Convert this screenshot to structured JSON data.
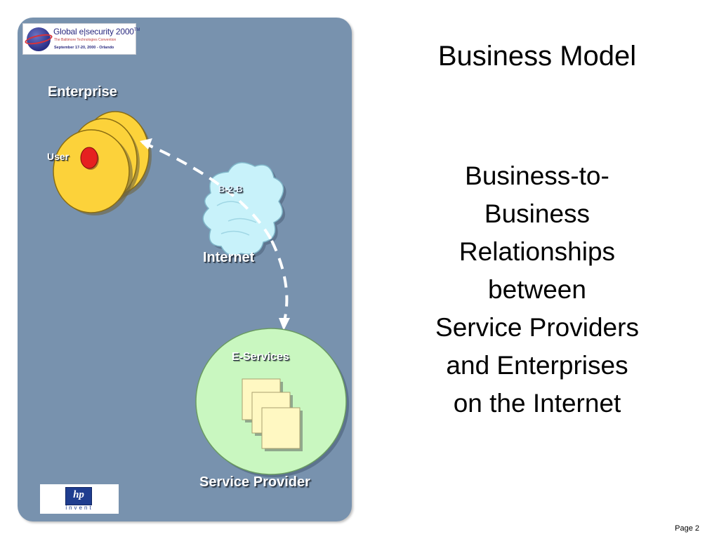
{
  "slide": {
    "title": "Business Model",
    "body_lines": [
      "Business-to-",
      "Business",
      "Relationships",
      "between",
      "Service Providers",
      "and Enterprises",
      "on the Internet"
    ],
    "page_number": "Page 2"
  },
  "diagram": {
    "enterprise_label": "Enterprise",
    "user_label": "User",
    "cloud_label": "B-2-B",
    "internet_label": "Internet",
    "eservices_label": "E-Services",
    "provider_label": "Service Provider"
  },
  "conference_logo": {
    "title": "Global e|security 2000",
    "trademark": "TM",
    "subtitle": "The Baltimore Technologies Convention",
    "dates": "September 17-20, 2000 - Orlando"
  },
  "hp_logo": {
    "mark": "hp",
    "tagline": "invent"
  },
  "colors": {
    "panel_background": "#7892ae",
    "enterprise_disc": "#fcd23a",
    "user_dot": "#e62020",
    "cloud": "#c8f2fa",
    "service_disc": "#c9f7c0",
    "documents": "#fff8c2",
    "hp_blue": "#1f3d8f"
  }
}
